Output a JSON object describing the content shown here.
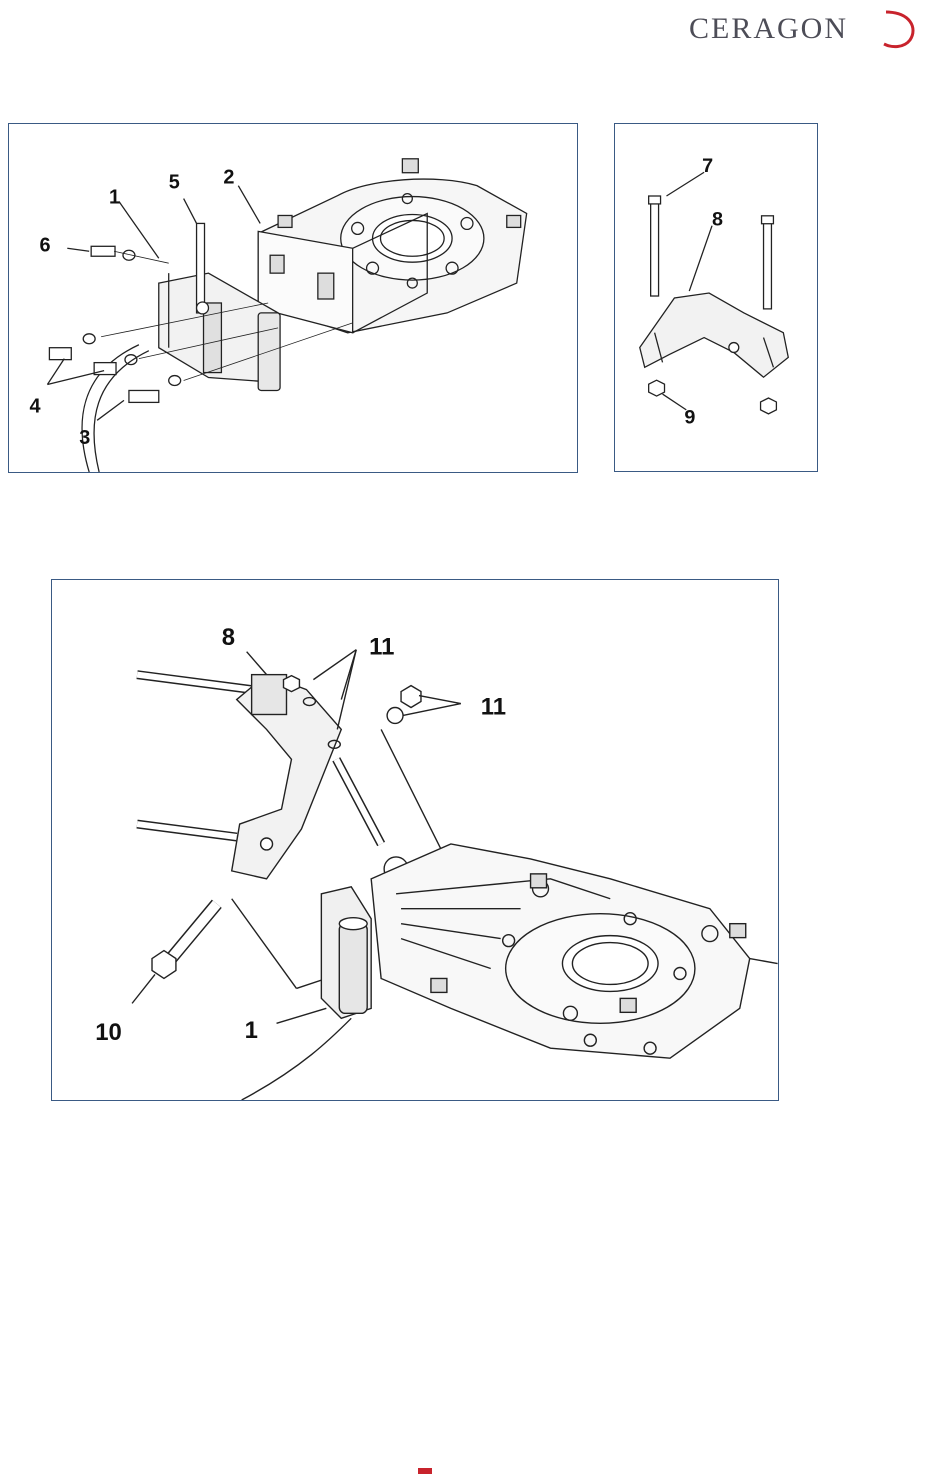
{
  "header": {
    "logo_text": "CERAGON",
    "accent": "#c8232c",
    "logo_color": "#4d4d57"
  },
  "figure_top_left": {
    "callouts": [
      "1",
      "2",
      "3",
      "4",
      "5",
      "6"
    ]
  },
  "figure_top_right": {
    "callouts": [
      "7",
      "8",
      "9"
    ]
  },
  "figure_bottom": {
    "callouts": [
      "8",
      "11",
      "11",
      "10",
      "1"
    ]
  },
  "colors": {
    "frame_border": "#3a5a84",
    "line": "#222222",
    "part_fill": "#f4f4f4",
    "shade": "#bfbfbf"
  }
}
